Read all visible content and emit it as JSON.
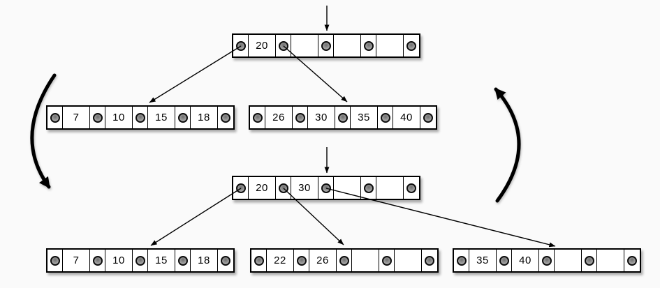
{
  "colors": {
    "background": "#fafafa",
    "node_fill": "#ffffff",
    "line": "#000000",
    "pointer_dot": "#9a9a9a"
  },
  "nodes": {
    "t1_root": {
      "keys": [
        "20",
        "",
        "",
        ""
      ]
    },
    "t1_child1": {
      "keys": [
        "7",
        "10",
        "15",
        "18"
      ]
    },
    "t1_child2": {
      "keys": [
        "26",
        "30",
        "35",
        "40"
      ]
    },
    "t2_root": {
      "keys": [
        "20",
        "30",
        "",
        ""
      ]
    },
    "t2_child1": {
      "keys": [
        "7",
        "10",
        "15",
        "18"
      ]
    },
    "t2_child2": {
      "keys": [
        "22",
        "26",
        "",
        ""
      ]
    },
    "t2_child3": {
      "keys": [
        "35",
        "40",
        "",
        ""
      ]
    }
  }
}
